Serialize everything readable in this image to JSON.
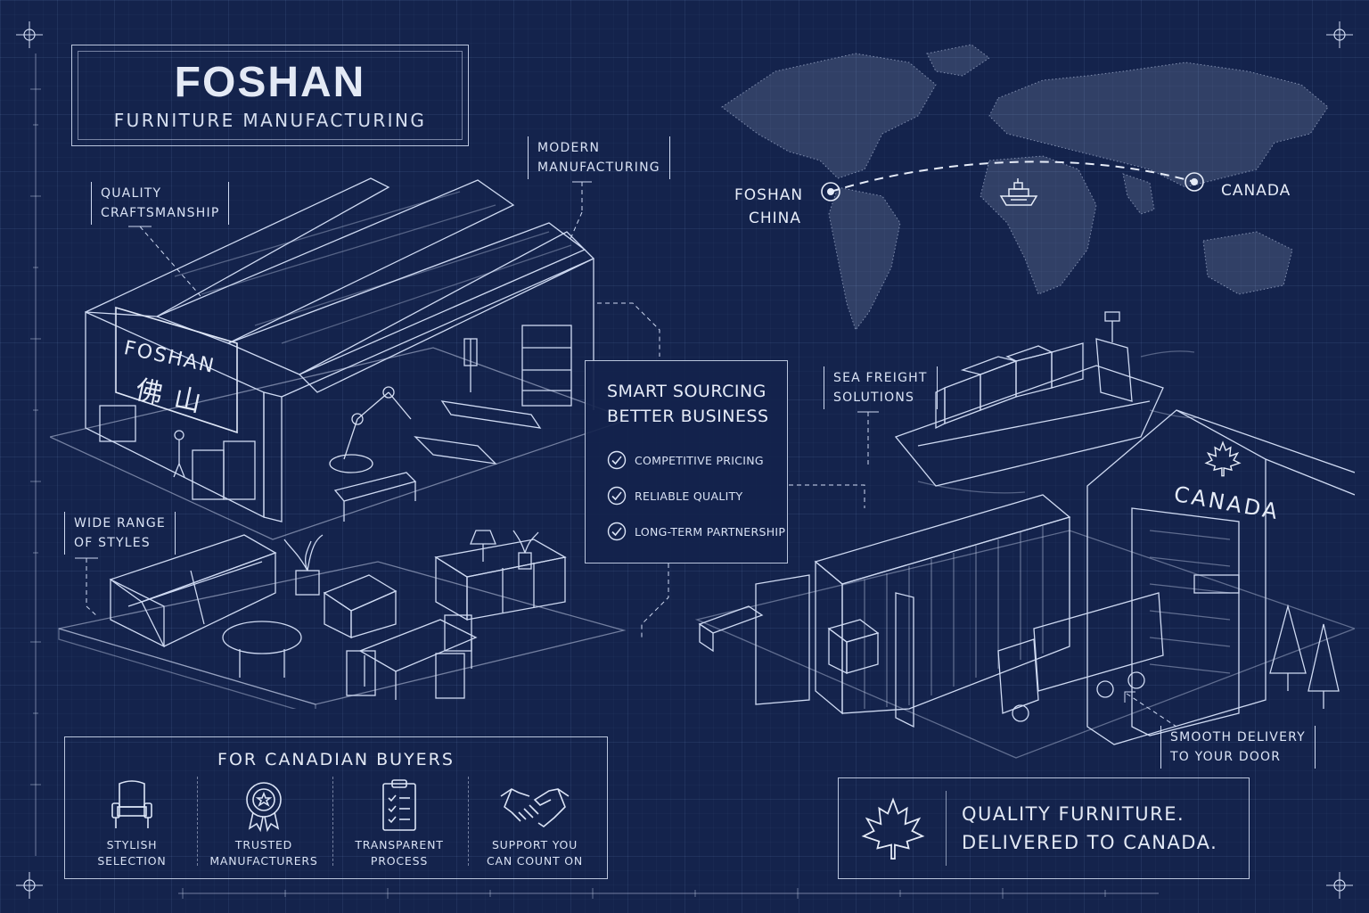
{
  "title": {
    "main": "FOSHAN",
    "sub": "FURNITURE MANUFACTURING"
  },
  "callouts": {
    "quality": [
      "QUALITY",
      "CRAFTSMANSHIP"
    ],
    "modern": [
      "MODERN",
      "MANUFACTURING"
    ],
    "styles": [
      "WIDE RANGE",
      "OF STYLES"
    ],
    "freight": [
      "SEA FREIGHT",
      "SOLUTIONS"
    ],
    "delivery": [
      "SMOOTH DELIVERY",
      "TO YOUR DOOR"
    ]
  },
  "factory_sign": {
    "latin": "FOSHAN",
    "chinese": "佛山"
  },
  "map": {
    "origin": [
      "FOSHAN",
      "CHINA"
    ],
    "destination": "CANADA"
  },
  "warehouse_sign": "CANADA",
  "sourcing": {
    "title": [
      "SMART SOURCING",
      "BETTER BUSINESS"
    ],
    "items": [
      "COMPETITIVE PRICING",
      "RELIABLE QUALITY",
      "LONG-TERM PARTNERSHIP"
    ]
  },
  "buyers": {
    "title": "FOR CANADIAN BUYERS",
    "features": [
      {
        "icon": "armchair-icon",
        "lines": [
          "STYLISH",
          "SELECTION"
        ]
      },
      {
        "icon": "award-ribbon-icon",
        "lines": [
          "TRUSTED",
          "MANUFACTURERS"
        ]
      },
      {
        "icon": "clipboard-checklist-icon",
        "lines": [
          "TRANSPARENT",
          "PROCESS"
        ]
      },
      {
        "icon": "handshake-icon",
        "lines": [
          "SUPPORT YOU",
          "CAN COUNT ON"
        ]
      }
    ]
  },
  "tagline": [
    "QUALITY FURNITURE.",
    "DELIVERED TO CANADA."
  ],
  "colors": {
    "background": "#14234c",
    "line": "#dfe7f7",
    "accent": "#c9d6f0"
  }
}
